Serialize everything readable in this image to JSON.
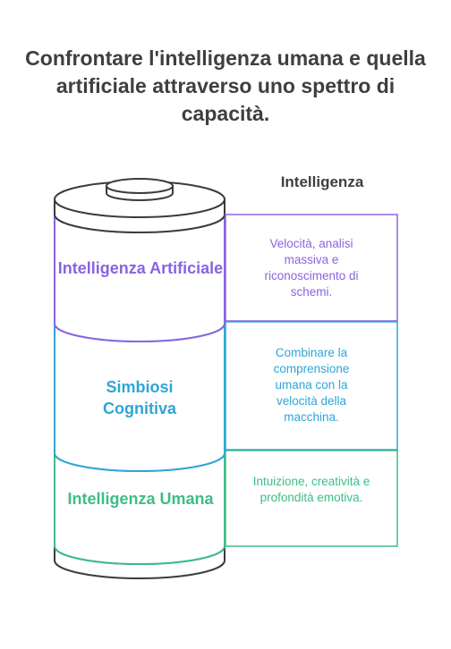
{
  "title": "Confrontare l'intelligenza umana e quella artificiale attraverso uno spettro di capacità.",
  "heading": "Intelligenza",
  "colors": {
    "purple": "#8a63e0",
    "blue": "#2ea5d6",
    "green": "#3dbd86",
    "outline": "#3b3b3b",
    "title": "#3f3f3f"
  },
  "levels": [
    {
      "label": "Intelligenza Artificiale",
      "description": "Velocità, analisi massiva e riconoscimento di schemi."
    },
    {
      "label": "Simbiosi Cognitiva",
      "description": "Combinare la comprensione umana con la velocità della macchina."
    },
    {
      "label": "Intelligenza Umana",
      "description": "Intuizione, creatività e profondità emotiva."
    }
  ]
}
